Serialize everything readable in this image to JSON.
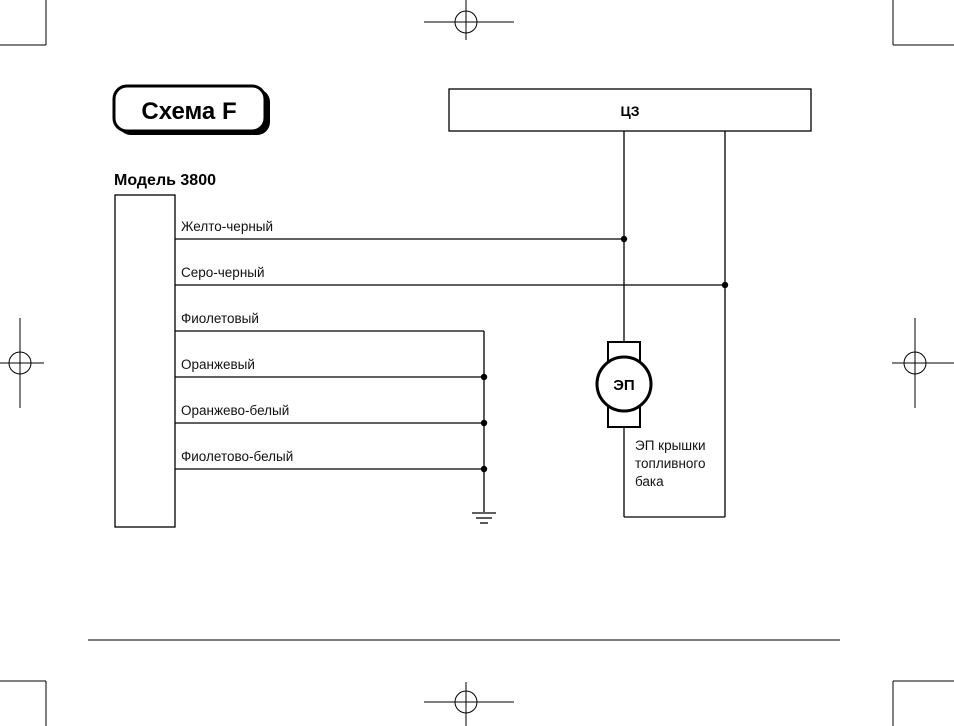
{
  "title": "Схема F",
  "model": "Модель 3800",
  "cz_label": "ЦЗ",
  "motor_label": "ЭП",
  "motor_caption": [
    "ЭП крышки",
    "топливного",
    "бака"
  ],
  "wires": [
    "Желто-черный",
    "Серо-черный",
    "Фиолетовый",
    "Оранжевый",
    "Оранжево-белый",
    "Фиолетово-белый"
  ]
}
